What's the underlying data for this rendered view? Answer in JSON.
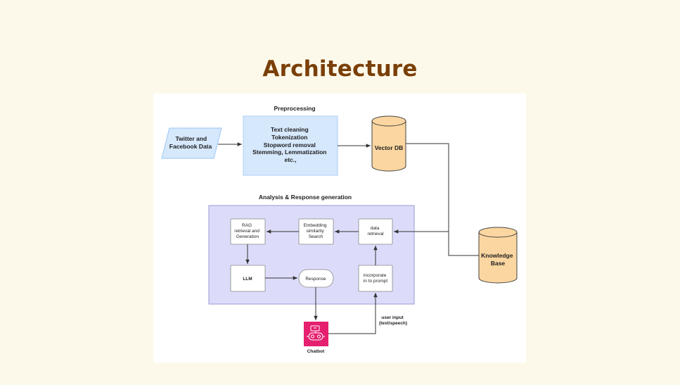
{
  "slide": {
    "title": "Architecture"
  },
  "diagram": {
    "sections": {
      "preprocessing": "Preprocessing",
      "analysis": "Analysis & Response generation"
    },
    "nodes": {
      "source": [
        "Twitter and",
        "Facebook Data"
      ],
      "preprocess": [
        "Text cleaning",
        "Tokenization",
        "Stopword removal",
        "Stemming, Lemmatization",
        "etc.,"
      ],
      "vector_db": [
        "Vector DB"
      ],
      "knowledge_base": [
        "Knowledge",
        "Base"
      ],
      "data_retrieval": [
        "data",
        "retrieval"
      ],
      "embedding": [
        "Embedding",
        "similarity",
        "Search"
      ],
      "rag": [
        "RAG",
        "retrieval and",
        "Generation"
      ],
      "llm": [
        "LLM"
      ],
      "response": [
        "Response"
      ],
      "incorporate": [
        "incorporate",
        "in to prompt"
      ],
      "chatbot": [
        "Chatbot"
      ]
    },
    "edge_labels": {
      "user_input": [
        "user input",
        "(text/speech)"
      ]
    },
    "colors": {
      "preprocess_fill": "#d6e8fc",
      "preprocess_stroke": "#a9cdf5",
      "db_fill": "#fbd6a0",
      "db_stroke": "#444444",
      "analysis_fill": "#dcdcfa",
      "analysis_stroke": "#9a9ad6",
      "chatbot": "#e5206e",
      "title": "#7a3f08"
    }
  }
}
